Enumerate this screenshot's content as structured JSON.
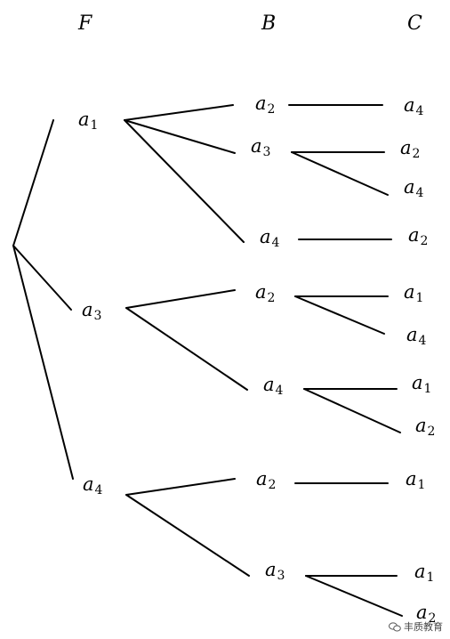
{
  "headers": {
    "F": "F",
    "B": "B",
    "C": "C"
  },
  "nodes": {
    "root": "",
    "F": {
      "f1": {
        "b": "a",
        "s": "1"
      },
      "f2": {
        "b": "a",
        "s": "3"
      },
      "f3": {
        "b": "a",
        "s": "4"
      }
    },
    "B": {
      "b1": {
        "b": "a",
        "s": "2"
      },
      "b2": {
        "b": "a",
        "s": "3"
      },
      "b3": {
        "b": "a",
        "s": "4"
      },
      "b4": {
        "b": "a",
        "s": "2"
      },
      "b5": {
        "b": "a",
        "s": "4"
      },
      "b6": {
        "b": "a",
        "s": "2"
      },
      "b7": {
        "b": "a",
        "s": "3"
      }
    },
    "C": {
      "c1": {
        "b": "a",
        "s": "4"
      },
      "c2": {
        "b": "a",
        "s": "2"
      },
      "c3": {
        "b": "a",
        "s": "4"
      },
      "c4": {
        "b": "a",
        "s": "2"
      },
      "c5": {
        "b": "a",
        "s": "1"
      },
      "c6": {
        "b": "a",
        "s": "4"
      },
      "c7": {
        "b": "a",
        "s": "1"
      },
      "c8": {
        "b": "a",
        "s": "2"
      },
      "c9": {
        "b": "a",
        "s": "1"
      },
      "c10": {
        "b": "a",
        "s": "1"
      },
      "c11": {
        "b": "a",
        "s": "2"
      }
    }
  },
  "watermark": {
    "text": "丰质教育",
    "icon": "wechat-icon"
  }
}
